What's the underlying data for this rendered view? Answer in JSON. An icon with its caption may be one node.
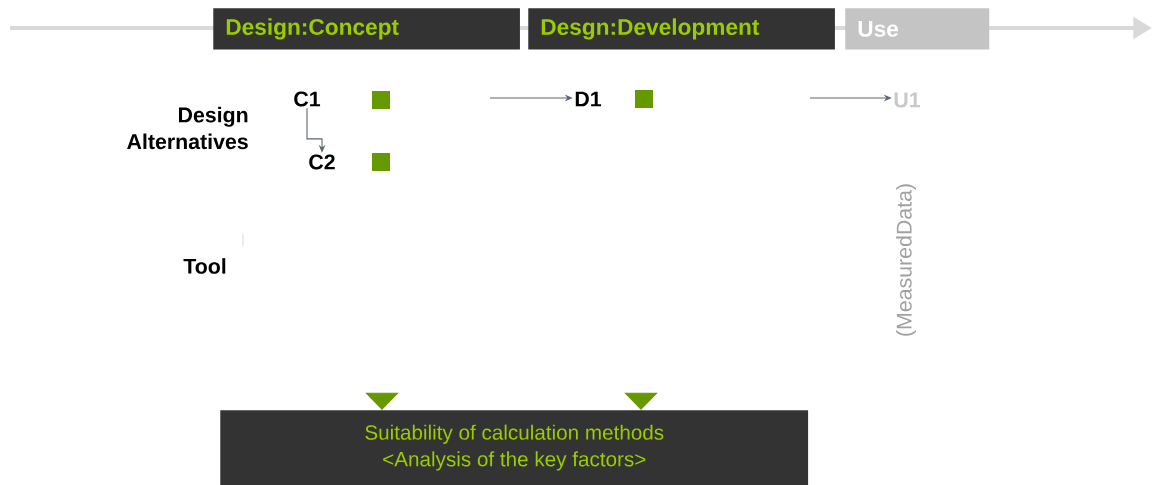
{
  "diagram": {
    "nodes": [
      {
        "text": [
          "Design:Concept"
        ]
      },
      {
        "text": [
          "Desgn:Development"
        ]
      },
      {
        "text": [
          "Use"
        ]
      },
      {
        "text": [
          "C1"
        ]
      },
      {
        "text": [],
        "shape": "box"
      },
      {
        "text": [
          "D1"
        ]
      },
      {
        "text": [],
        "shape": "box"
      },
      {
        "text": [
          "U1"
        ]
      },
      {
        "text": [
          "C2"
        ]
      },
      {
        "text": [],
        "shape": "box"
      },
      {
        "text": [
          "Suitability of calculation methods",
          "<Analysis of the key factors>"
        ]
      }
    ],
    "edges": [
      {
        "from": 3,
        "to": 8,
        "arrow": "to"
      },
      {
        "from": null,
        "to": 5,
        "arrow": "to"
      },
      {
        "from": null,
        "to": 7,
        "arrow": "to"
      },
      {
        "from": null,
        "to": 10,
        "arrow": "to",
        "color": "#669900"
      },
      {
        "from": null,
        "to": 10,
        "arrow": "to",
        "color": "#669900"
      }
    ],
    "labels": [
      "Design Alternatives",
      "Tool",
      "(MeasuredData)"
    ]
  }
}
